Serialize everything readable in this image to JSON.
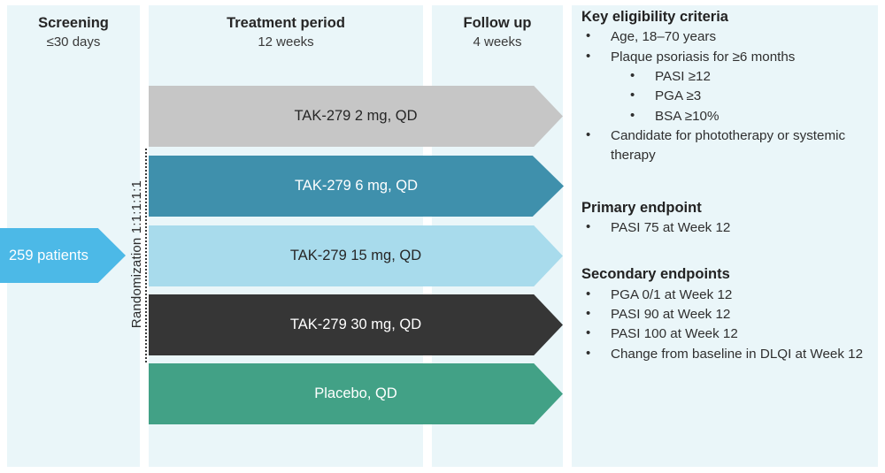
{
  "columns": [
    {
      "title": "Screening",
      "subtitle": "≤30 days"
    },
    {
      "title": "Treatment period",
      "subtitle": "12 weeks"
    },
    {
      "title": "Follow up",
      "subtitle": "4 weeks"
    }
  ],
  "enrollment": {
    "label": "259 patients",
    "color": "#4cb9e7"
  },
  "randomization": {
    "label": "Randomization 1:1:1:1:1"
  },
  "arms": [
    {
      "label": "TAK-279 2 mg, QD",
      "color": "#c6c6c6",
      "text_color": "#262626"
    },
    {
      "label": "TAK-279 6 mg, QD",
      "color": "#3f90ac",
      "text_color": "#ffffff"
    },
    {
      "label": "TAK-279 15 mg, QD",
      "color": "#a8dbec",
      "text_color": "#262626"
    },
    {
      "label": "TAK-279 30 mg, QD",
      "color": "#363636",
      "text_color": "#ffffff"
    },
    {
      "label": "Placebo, QD",
      "color": "#42a186",
      "text_color": "#ffffff"
    }
  ],
  "info": {
    "eligibility": {
      "title": "Key eligibility criteria",
      "items": [
        "Age, 18–70 years",
        "Plaque psoriasis for ≥6 months"
      ],
      "sub_items": [
        "PASI ≥12",
        "PGA ≥3",
        "BSA ≥10%"
      ],
      "items_after": [
        "Candidate for phototherapy or systemic therapy"
      ]
    },
    "primary": {
      "title": "Primary endpoint",
      "items": [
        "PASI 75 at Week 12"
      ]
    },
    "secondary": {
      "title": "Secondary endpoints",
      "items": [
        "PGA 0/1 at Week 12",
        "PASI 90 at Week 12",
        "PASI 100 at Week 12",
        "Change from baseline in DLQI at Week 12"
      ]
    }
  },
  "bullet_glyph": "•",
  "panel_background": "#eaf6f9"
}
